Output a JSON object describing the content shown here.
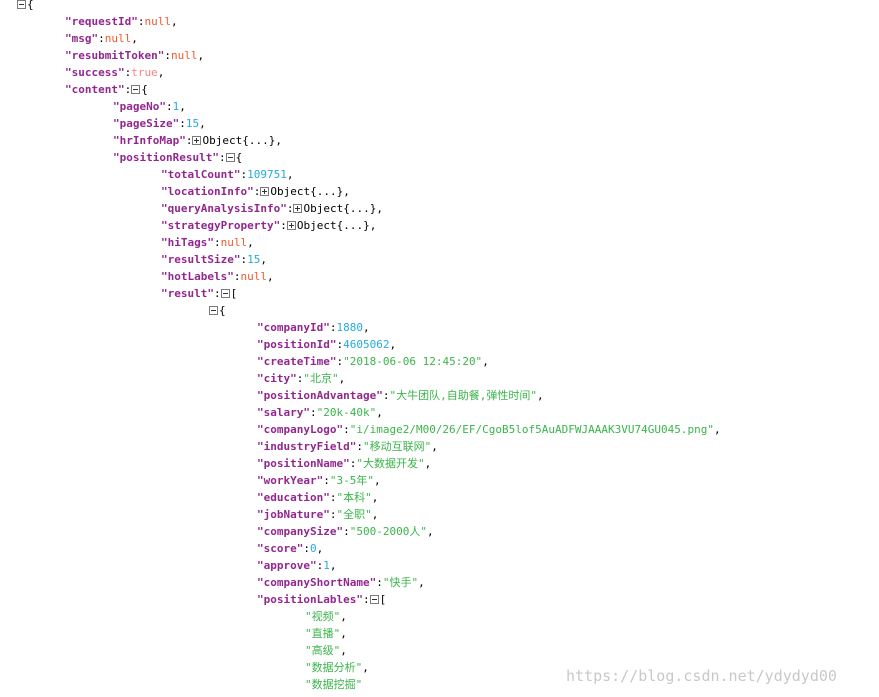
{
  "lines": [
    {
      "indent": 0,
      "parts": [
        {
          "t": "toggle-minus"
        },
        {
          "t": "punct",
          "v": "{"
        }
      ]
    },
    {
      "indent": 1,
      "parts": [
        {
          "t": "key",
          "v": "\"requestId\""
        },
        {
          "t": "punct",
          "v": ":"
        },
        {
          "t": "nul",
          "v": "null"
        },
        {
          "t": "punct",
          "v": ","
        }
      ]
    },
    {
      "indent": 1,
      "parts": [
        {
          "t": "key",
          "v": "\"msg\""
        },
        {
          "t": "punct",
          "v": ":"
        },
        {
          "t": "nul",
          "v": "null"
        },
        {
          "t": "punct",
          "v": ","
        }
      ]
    },
    {
      "indent": 1,
      "parts": [
        {
          "t": "key",
          "v": "\"resubmitToken\""
        },
        {
          "t": "punct",
          "v": ":"
        },
        {
          "t": "nul",
          "v": "null"
        },
        {
          "t": "punct",
          "v": ","
        }
      ]
    },
    {
      "indent": 1,
      "parts": [
        {
          "t": "key",
          "v": "\"success\""
        },
        {
          "t": "punct",
          "v": ":"
        },
        {
          "t": "bool",
          "v": "true"
        },
        {
          "t": "punct",
          "v": ","
        }
      ]
    },
    {
      "indent": 1,
      "parts": [
        {
          "t": "key",
          "v": "\"content\""
        },
        {
          "t": "punct",
          "v": ":"
        },
        {
          "t": "toggle-minus"
        },
        {
          "t": "punct",
          "v": "{"
        }
      ]
    },
    {
      "indent": 2,
      "parts": [
        {
          "t": "key",
          "v": "\"pageNo\""
        },
        {
          "t": "punct",
          "v": ":"
        },
        {
          "t": "num",
          "v": "1"
        },
        {
          "t": "punct",
          "v": ","
        }
      ]
    },
    {
      "indent": 2,
      "parts": [
        {
          "t": "key",
          "v": "\"pageSize\""
        },
        {
          "t": "punct",
          "v": ":"
        },
        {
          "t": "num",
          "v": "15"
        },
        {
          "t": "punct",
          "v": ","
        }
      ]
    },
    {
      "indent": 2,
      "parts": [
        {
          "t": "key",
          "v": "\"hrInfoMap\""
        },
        {
          "t": "punct",
          "v": ":"
        },
        {
          "t": "toggle-plus"
        },
        {
          "t": "plain",
          "v": "Object{...}"
        },
        {
          "t": "punct",
          "v": ","
        }
      ]
    },
    {
      "indent": 2,
      "parts": [
        {
          "t": "key",
          "v": "\"positionResult\""
        },
        {
          "t": "punct",
          "v": ":"
        },
        {
          "t": "toggle-minus"
        },
        {
          "t": "punct",
          "v": "{"
        }
      ]
    },
    {
      "indent": 3,
      "parts": [
        {
          "t": "key",
          "v": "\"totalCount\""
        },
        {
          "t": "punct",
          "v": ":"
        },
        {
          "t": "num",
          "v": "109751"
        },
        {
          "t": "punct",
          "v": ","
        }
      ]
    },
    {
      "indent": 3,
      "parts": [
        {
          "t": "key",
          "v": "\"locationInfo\""
        },
        {
          "t": "punct",
          "v": ":"
        },
        {
          "t": "toggle-plus"
        },
        {
          "t": "plain",
          "v": "Object{...}"
        },
        {
          "t": "punct",
          "v": ","
        }
      ]
    },
    {
      "indent": 3,
      "parts": [
        {
          "t": "key",
          "v": "\"queryAnalysisInfo\""
        },
        {
          "t": "punct",
          "v": ":"
        },
        {
          "t": "toggle-plus"
        },
        {
          "t": "plain",
          "v": "Object{...}"
        },
        {
          "t": "punct",
          "v": ","
        }
      ]
    },
    {
      "indent": 3,
      "parts": [
        {
          "t": "key",
          "v": "\"strategyProperty\""
        },
        {
          "t": "punct",
          "v": ":"
        },
        {
          "t": "toggle-plus"
        },
        {
          "t": "plain",
          "v": "Object{...}"
        },
        {
          "t": "punct",
          "v": ","
        }
      ]
    },
    {
      "indent": 3,
      "parts": [
        {
          "t": "key",
          "v": "\"hiTags\""
        },
        {
          "t": "punct",
          "v": ":"
        },
        {
          "t": "nul",
          "v": "null"
        },
        {
          "t": "punct",
          "v": ","
        }
      ]
    },
    {
      "indent": 3,
      "parts": [
        {
          "t": "key",
          "v": "\"resultSize\""
        },
        {
          "t": "punct",
          "v": ":"
        },
        {
          "t": "num",
          "v": "15"
        },
        {
          "t": "punct",
          "v": ","
        }
      ]
    },
    {
      "indent": 3,
      "parts": [
        {
          "t": "key",
          "v": "\"hotLabels\""
        },
        {
          "t": "punct",
          "v": ":"
        },
        {
          "t": "nul",
          "v": "null"
        },
        {
          "t": "punct",
          "v": ","
        }
      ]
    },
    {
      "indent": 3,
      "parts": [
        {
          "t": "key",
          "v": "\"result\""
        },
        {
          "t": "punct",
          "v": ":"
        },
        {
          "t": "toggle-minus"
        },
        {
          "t": "punct",
          "v": "["
        }
      ]
    },
    {
      "indent": 4,
      "parts": [
        {
          "t": "toggle-minus"
        },
        {
          "t": "punct",
          "v": "{"
        }
      ]
    },
    {
      "indent": 5,
      "parts": [
        {
          "t": "key",
          "v": "\"companyId\""
        },
        {
          "t": "punct",
          "v": ":"
        },
        {
          "t": "num",
          "v": "1880"
        },
        {
          "t": "punct",
          "v": ","
        }
      ]
    },
    {
      "indent": 5,
      "parts": [
        {
          "t": "key",
          "v": "\"positionId\""
        },
        {
          "t": "punct",
          "v": ":"
        },
        {
          "t": "num",
          "v": "4605062"
        },
        {
          "t": "punct",
          "v": ","
        }
      ]
    },
    {
      "indent": 5,
      "parts": [
        {
          "t": "key",
          "v": "\"createTime\""
        },
        {
          "t": "punct",
          "v": ":"
        },
        {
          "t": "str",
          "v": "\"2018-06-06 12:45:20\""
        },
        {
          "t": "punct",
          "v": ","
        }
      ]
    },
    {
      "indent": 5,
      "parts": [
        {
          "t": "key",
          "v": "\"city\""
        },
        {
          "t": "punct",
          "v": ":"
        },
        {
          "t": "str",
          "v": "\"北京\""
        },
        {
          "t": "punct",
          "v": ","
        }
      ]
    },
    {
      "indent": 5,
      "parts": [
        {
          "t": "key",
          "v": "\"positionAdvantage\""
        },
        {
          "t": "punct",
          "v": ":"
        },
        {
          "t": "str",
          "v": "\"大牛团队,自助餐,弹性时间\""
        },
        {
          "t": "punct",
          "v": ","
        }
      ]
    },
    {
      "indent": 5,
      "parts": [
        {
          "t": "key",
          "v": "\"salary\""
        },
        {
          "t": "punct",
          "v": ":"
        },
        {
          "t": "str",
          "v": "\"20k-40k\""
        },
        {
          "t": "punct",
          "v": ","
        }
      ]
    },
    {
      "indent": 5,
      "parts": [
        {
          "t": "key",
          "v": "\"companyLogo\""
        },
        {
          "t": "punct",
          "v": ":"
        },
        {
          "t": "str",
          "v": "\"i/image2/M00/26/EF/CgoB5lof5AuADFWJAAAK3VU74GU045.png\""
        },
        {
          "t": "punct",
          "v": ","
        }
      ]
    },
    {
      "indent": 5,
      "parts": [
        {
          "t": "key",
          "v": "\"industryField\""
        },
        {
          "t": "punct",
          "v": ":"
        },
        {
          "t": "str",
          "v": "\"移动互联网\""
        },
        {
          "t": "punct",
          "v": ","
        }
      ]
    },
    {
      "indent": 5,
      "parts": [
        {
          "t": "key",
          "v": "\"positionName\""
        },
        {
          "t": "punct",
          "v": ":"
        },
        {
          "t": "str",
          "v": "\"大数据开发\""
        },
        {
          "t": "punct",
          "v": ","
        }
      ]
    },
    {
      "indent": 5,
      "parts": [
        {
          "t": "key",
          "v": "\"workYear\""
        },
        {
          "t": "punct",
          "v": ":"
        },
        {
          "t": "str",
          "v": "\"3-5年\""
        },
        {
          "t": "punct",
          "v": ","
        }
      ]
    },
    {
      "indent": 5,
      "parts": [
        {
          "t": "key",
          "v": "\"education\""
        },
        {
          "t": "punct",
          "v": ":"
        },
        {
          "t": "str",
          "v": "\"本科\""
        },
        {
          "t": "punct",
          "v": ","
        }
      ]
    },
    {
      "indent": 5,
      "parts": [
        {
          "t": "key",
          "v": "\"jobNature\""
        },
        {
          "t": "punct",
          "v": ":"
        },
        {
          "t": "str",
          "v": "\"全职\""
        },
        {
          "t": "punct",
          "v": ","
        }
      ]
    },
    {
      "indent": 5,
      "parts": [
        {
          "t": "key",
          "v": "\"companySize\""
        },
        {
          "t": "punct",
          "v": ":"
        },
        {
          "t": "str",
          "v": "\"500-2000人\""
        },
        {
          "t": "punct",
          "v": ","
        }
      ]
    },
    {
      "indent": 5,
      "parts": [
        {
          "t": "key",
          "v": "\"score\""
        },
        {
          "t": "punct",
          "v": ":"
        },
        {
          "t": "num",
          "v": "0"
        },
        {
          "t": "punct",
          "v": ","
        }
      ]
    },
    {
      "indent": 5,
      "parts": [
        {
          "t": "key",
          "v": "\"approve\""
        },
        {
          "t": "punct",
          "v": ":"
        },
        {
          "t": "num",
          "v": "1"
        },
        {
          "t": "punct",
          "v": ","
        }
      ]
    },
    {
      "indent": 5,
      "parts": [
        {
          "t": "key",
          "v": "\"companyShortName\""
        },
        {
          "t": "punct",
          "v": ":"
        },
        {
          "t": "str",
          "v": "\"快手\""
        },
        {
          "t": "punct",
          "v": ","
        }
      ]
    },
    {
      "indent": 5,
      "parts": [
        {
          "t": "key",
          "v": "\"positionLables\""
        },
        {
          "t": "punct",
          "v": ":"
        },
        {
          "t": "toggle-minus"
        },
        {
          "t": "punct",
          "v": "["
        }
      ]
    },
    {
      "indent": 6,
      "parts": [
        {
          "t": "str",
          "v": "\"视频\""
        },
        {
          "t": "punct",
          "v": ","
        }
      ]
    },
    {
      "indent": 6,
      "parts": [
        {
          "t": "str",
          "v": "\"直播\""
        },
        {
          "t": "punct",
          "v": ","
        }
      ]
    },
    {
      "indent": 6,
      "parts": [
        {
          "t": "str",
          "v": "\"高级\""
        },
        {
          "t": "punct",
          "v": ","
        }
      ]
    },
    {
      "indent": 6,
      "parts": [
        {
          "t": "str",
          "v": "\"数据分析\""
        },
        {
          "t": "punct",
          "v": ","
        }
      ]
    },
    {
      "indent": 6,
      "parts": [
        {
          "t": "str",
          "v": "\"数据挖掘\""
        }
      ]
    },
    {
      "indent": 5,
      "parts": [
        {
          "t": "punct",
          "v": "],"
        }
      ]
    }
  ],
  "watermark": "https://blog.csdn.net/ydydyd00",
  "colors": {
    "key": "#92278f",
    "number": "#25aae2",
    "string": "#3ab54a",
    "null": "#f1592a",
    "boolean": "#f98280"
  }
}
